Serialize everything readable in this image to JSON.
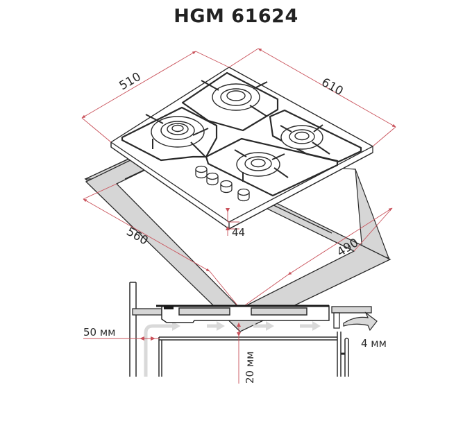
{
  "title": "HGM 61624",
  "colors": {
    "outline": "#2a2a2a",
    "dimension_line": "#c9515a",
    "cutout_fill": "#d6d6d6",
    "airflow_arrow": "#d9d9d9",
    "background": "#ffffff"
  },
  "isometric_view": {
    "hob": {
      "burners": 4,
      "knobs": 4
    },
    "dimensions": {
      "hob_depth": "510",
      "hob_width": "610",
      "cutout_width": "560",
      "cutout_depth": "490",
      "installation_height": "44"
    }
  },
  "section_view": {
    "labels": {
      "wall_clearance": "50 мм",
      "air_gap": "20 мм",
      "front_gap": "4 мм"
    }
  }
}
